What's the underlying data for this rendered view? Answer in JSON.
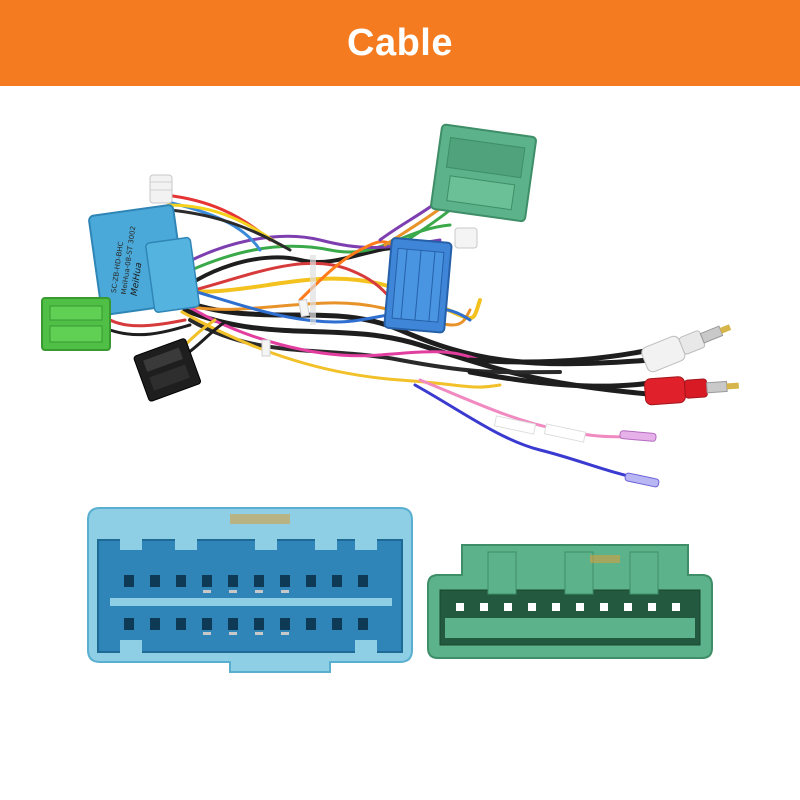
{
  "banner": {
    "title": "Cable",
    "color": "#F47B20"
  },
  "harness": {
    "module_brand": "MeiHua",
    "module_text_line1": "SC-ZB-HD-BHC",
    "module_text_line2": "MeiHua-08-ST 3002"
  },
  "colors": {
    "blue_connector": "#8ECFE6",
    "blue_connector_dark": "#5AAFD0",
    "green_connector": "#5CB28A",
    "green_connector_dark": "#3E8E67",
    "rca_white": "#F2F2F2",
    "rca_red": "#E0202A",
    "wire_black": "#1E1E1E"
  }
}
